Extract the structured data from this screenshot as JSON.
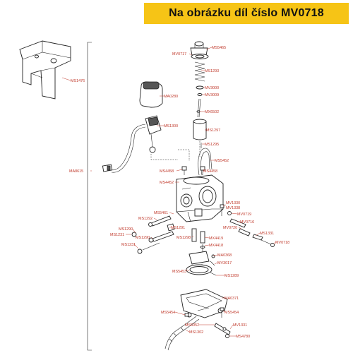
{
  "header": {
    "title": "Na obrázku díl číslo MV0718",
    "background_color": "#f6c416"
  },
  "label_color": "#c0392b",
  "callouts": {
    "MS1476": "MS1476",
    "MA8615": "MA8615",
    "MS5465": "MS5465",
    "MV0717": "MV0717",
    "MS1293": "MS1293",
    "MV3000": "MV3000",
    "MV3009": "MV3009",
    "MA0280": "MA0280",
    "MX6502": "MX6502",
    "MS1300": "MS1300",
    "MS1297": "MS1297",
    "MS1295": "MS1295",
    "MS5452": "MS5452",
    "MS4458a": "MS4458",
    "MS4458b": "MS4458",
    "MS4452": "MS4452",
    "MV1330": "MV1330",
    "MV1338": "MV1338",
    "MS5461": "MS5461",
    "MV0719": "MV0719",
    "MS1292": "MS1292",
    "MV0716": "MV0716",
    "MS1290a": "MS1290",
    "MS1291": "MS1291",
    "MV0720": "MV0720",
    "MS1331": "MS1331",
    "MS1231a": "MS1231",
    "MS1290b": "MS1290",
    "MS1298": "MS1298",
    "MX4419": "MX4419",
    "MV0718": "MV0718",
    "MS1231b": "MS1231",
    "MX4418": "MX4418",
    "MA0368": "MA0368",
    "MV3017": "MV3017",
    "MS5453": "MS5453",
    "MS1289": "MS1289",
    "MA0371": "MA0371",
    "MS5454a": "MS5454",
    "MS5454b": "MS5454",
    "MS6052": "MS6052",
    "MV1331": "MV1331",
    "MS1302": "MS1302",
    "MS4780": "MS4780"
  }
}
